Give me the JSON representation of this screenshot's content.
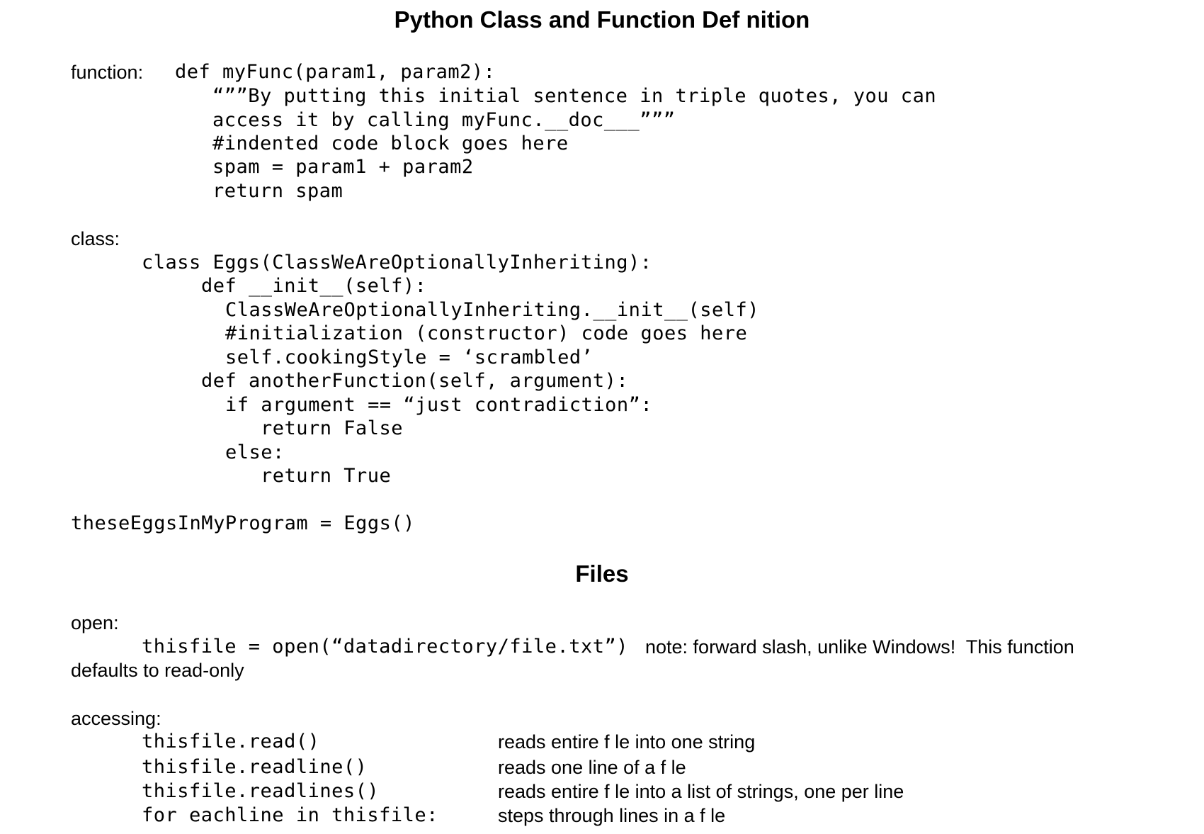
{
  "titles": {
    "main": "Python Class and Function Def nition",
    "files": "Files"
  },
  "function_section": {
    "label": "function:",
    "lines": [
      "def myFunc(param1, param2):",
      "“””By putting this initial sentence in triple quotes, you can",
      "access it by calling myFunc.__doc___”””",
      "#indented code block goes here",
      "spam = param1 + param2",
      "return spam"
    ]
  },
  "class_section": {
    "label": "class:",
    "lines": [
      "class Eggs(ClassWeAreOptionallyInheriting):",
      "def __init__(self):",
      "ClassWeAreOptionallyInheriting.__init__(self)",
      "#initialization (constructor) code goes here",
      "self.cookingStyle = ‘scrambled’",
      "def anotherFunction(self, argument):",
      "if argument == “just contradiction”:",
      "return False",
      "else:",
      "return True"
    ],
    "instance_line": "theseEggsInMyProgram = Eggs()"
  },
  "open_section": {
    "label": "open:",
    "code": "thisfile = open(“datadirectory/file.txt”)",
    "note": "note: forward slash, unlike Windows!  This function",
    "note_continuation": "defaults to read-only"
  },
  "accessing_section": {
    "label": "accessing:",
    "rows": [
      {
        "code": "thisfile.read()",
        "desc": "reads entire f le into one string"
      },
      {
        "code": "thisfile.readline()",
        "desc": "reads one line of a f le"
      },
      {
        "code": "thisfile.readlines()",
        "desc": "reads entire f le into a list of strings, one per line"
      },
      {
        "code": "for eachline in thisfile:",
        "desc": "steps through lines in a f le"
      }
    ]
  }
}
